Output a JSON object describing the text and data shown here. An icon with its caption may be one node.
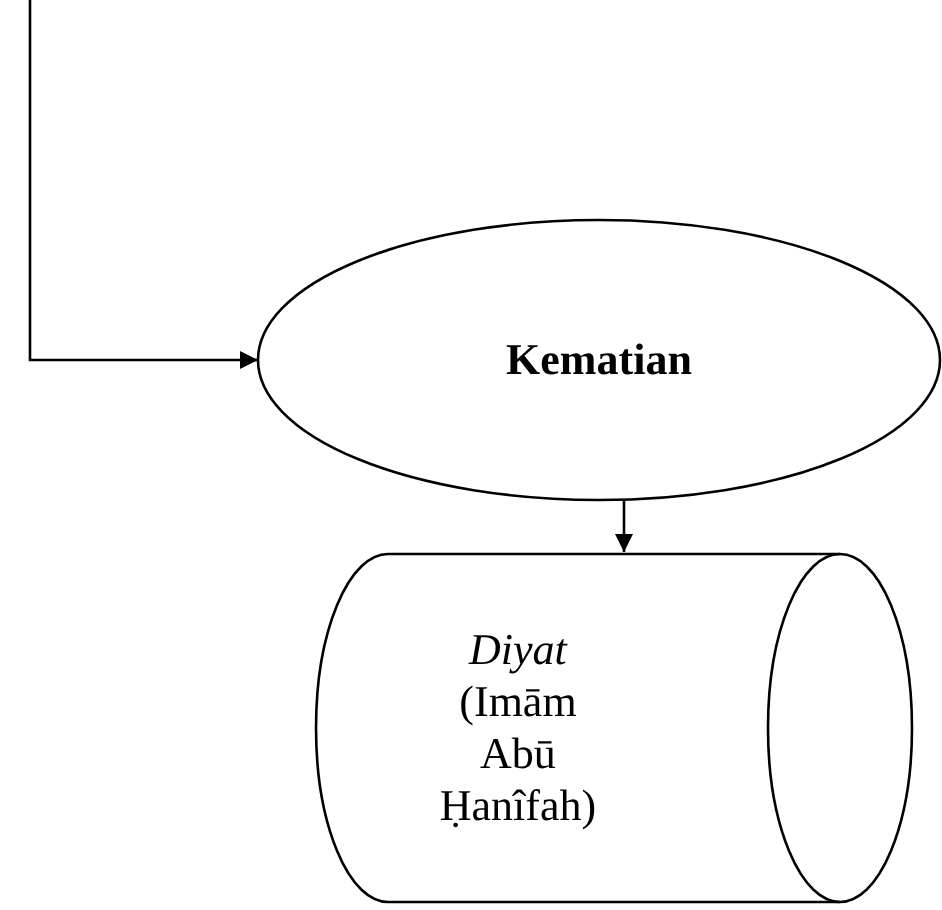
{
  "diagram": {
    "nodes": [
      {
        "text": [
          "Kematian"
        ]
      },
      {
        "text": [
          "*Diyat* (Imām Abū Ḥanîfah)"
        ]
      }
    ],
    "edges": [
      {
        "from": null,
        "to": 0,
        "arrow": "to"
      },
      {
        "from": 0,
        "to": 1,
        "arrow": "to"
      }
    ]
  }
}
